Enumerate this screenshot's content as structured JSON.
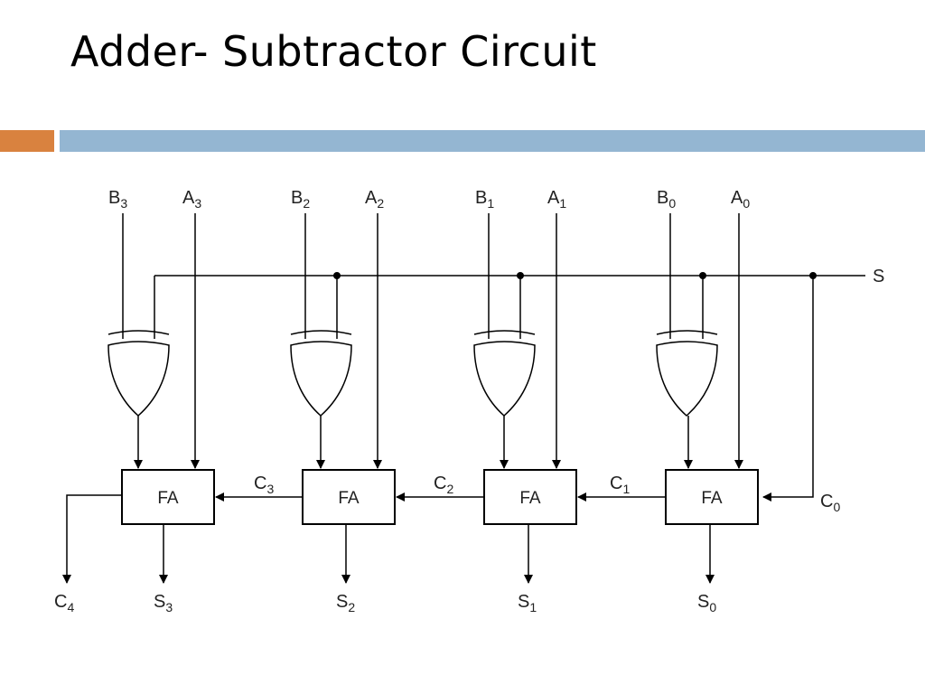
{
  "title": "Adder- Subtractor Circuit",
  "colors": {
    "accent_orange": "#D9823F",
    "accent_blue": "#94B6D2",
    "line": "#000000"
  },
  "diagram": {
    "control_label": "S",
    "carry_in": {
      "main": "C",
      "sub": "0"
    },
    "carry_out": {
      "main": "C",
      "sub": "4"
    },
    "stages": [
      {
        "b": {
          "main": "B",
          "sub": "3"
        },
        "a": {
          "main": "A",
          "sub": "3"
        },
        "block": "FA",
        "sum": {
          "main": "S",
          "sub": "3"
        },
        "carry_in": {
          "main": "C",
          "sub": "3"
        }
      },
      {
        "b": {
          "main": "B",
          "sub": "2"
        },
        "a": {
          "main": "A",
          "sub": "2"
        },
        "block": "FA",
        "sum": {
          "main": "S",
          "sub": "2"
        },
        "carry_in": {
          "main": "C",
          "sub": "2"
        }
      },
      {
        "b": {
          "main": "B",
          "sub": "1"
        },
        "a": {
          "main": "A",
          "sub": "1"
        },
        "block": "FA",
        "sum": {
          "main": "S",
          "sub": "1"
        },
        "carry_in": {
          "main": "C",
          "sub": "1"
        }
      },
      {
        "b": {
          "main": "B",
          "sub": "0"
        },
        "a": {
          "main": "A",
          "sub": "0"
        },
        "block": "FA",
        "sum": {
          "main": "S",
          "sub": "0"
        },
        "carry_in": null
      }
    ]
  }
}
